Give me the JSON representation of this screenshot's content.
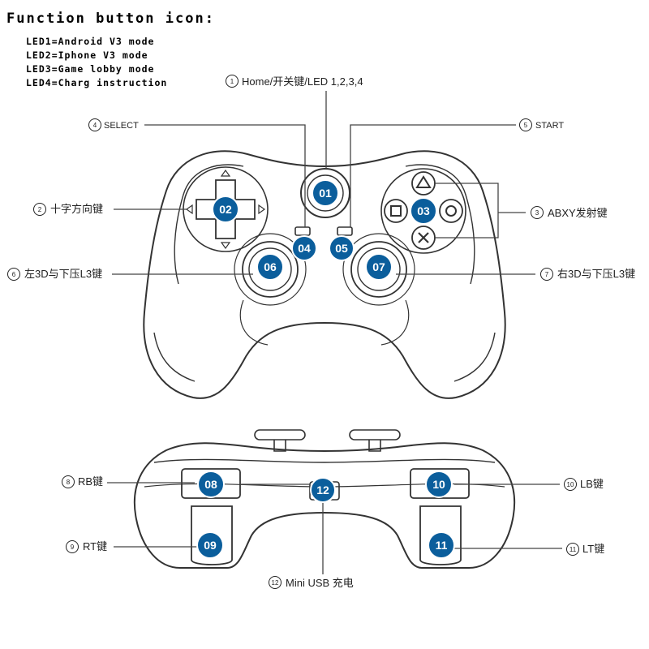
{
  "header": {
    "title": "Function button icon:",
    "led_lines": [
      "LED1=Android V3 mode",
      "LED2=Iphone  V3 mode",
      "LED3=Game lobby mode",
      "LED4=Charg instruction"
    ]
  },
  "callouts": [
    {
      "n": "1",
      "text": "Home/开关键/LED 1,2,3,4"
    },
    {
      "n": "2",
      "text": "十字方向键"
    },
    {
      "n": "3",
      "text": "ABXY发射键"
    },
    {
      "n": "4",
      "text": "SELECT"
    },
    {
      "n": "5",
      "text": "START"
    },
    {
      "n": "6",
      "text": "左3D与下压L3键"
    },
    {
      "n": "7",
      "text": "右3D与下压L3键"
    },
    {
      "n": "8",
      "text": "RB键"
    },
    {
      "n": "9",
      "text": "RT键"
    },
    {
      "n": "10",
      "text": "LB键"
    },
    {
      "n": "11",
      "text": "LT键"
    },
    {
      "n": "12",
      "text": "Mini USB 充电"
    }
  ],
  "badges": [
    "01",
    "02",
    "03",
    "04",
    "05",
    "06",
    "07",
    "08",
    "09",
    "10",
    "11",
    "12"
  ],
  "colors": {
    "badge": "#0b5e9c",
    "outline": "#333333",
    "leader": "#444444"
  }
}
